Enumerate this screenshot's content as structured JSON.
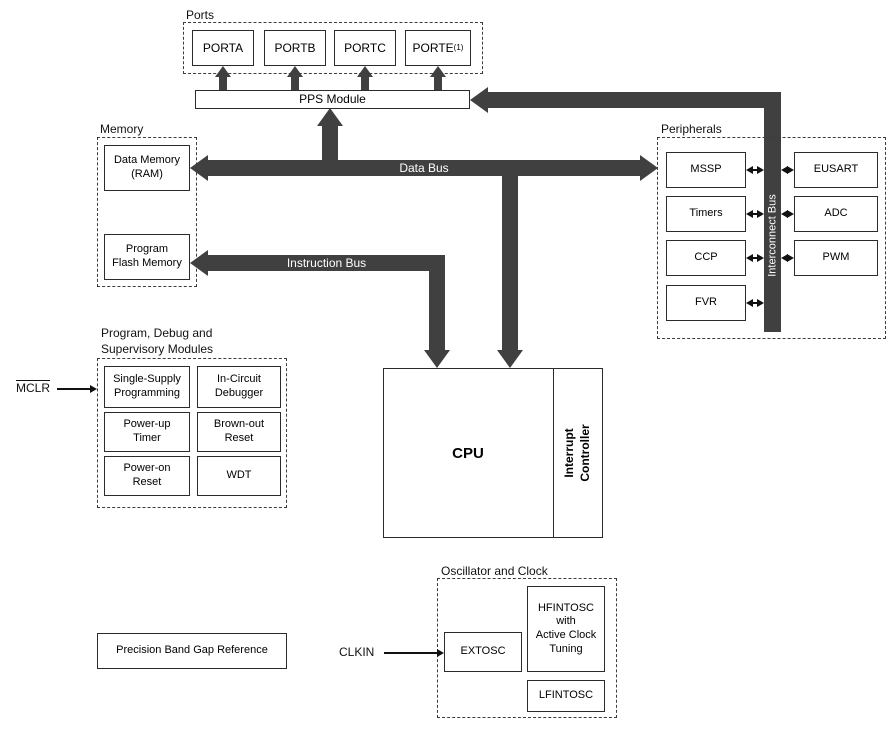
{
  "bus_color": "#404040",
  "ports": {
    "label": "Ports",
    "porta": "PORTA",
    "portb": "PORTB",
    "portc": "PORTC",
    "porte": "PORTE",
    "porte_sup": "(1)",
    "pps_module": "PPS Module"
  },
  "memory": {
    "label": "Memory",
    "data_memory": "Data Memory\n(RAM)",
    "program_flash": "Program\nFlash Memory"
  },
  "buses": {
    "data": "Data Bus",
    "instruction": "Instruction Bus",
    "interconnect": "Interconnect Bus"
  },
  "peripherals": {
    "label": "Peripherals",
    "left": [
      "MSSP",
      "Timers",
      "CCP",
      "FVR"
    ],
    "right": [
      "EUSART",
      "ADC",
      "PWM"
    ]
  },
  "cpu": {
    "label": "CPU",
    "interrupt": "Interrupt\nController"
  },
  "debug": {
    "label": "Program, Debug and\nSupervisory Modules",
    "mclr": "MCLR",
    "boxes": [
      "Single-Supply\nProgramming",
      "In-Circuit\nDebugger",
      "Power-up\nTimer",
      "Brown-out\nReset",
      "Power-on\nReset",
      "WDT"
    ]
  },
  "oscillator": {
    "label": "Oscillator and Clock",
    "clkin": "CLKIN",
    "extosc": "EXTOSC",
    "hfintosc": "HFINTOSC\nwith\nActive Clock\nTuning",
    "lfintosc": "LFINTOSC"
  },
  "reference": {
    "band_gap": "Precision Band Gap Reference"
  }
}
